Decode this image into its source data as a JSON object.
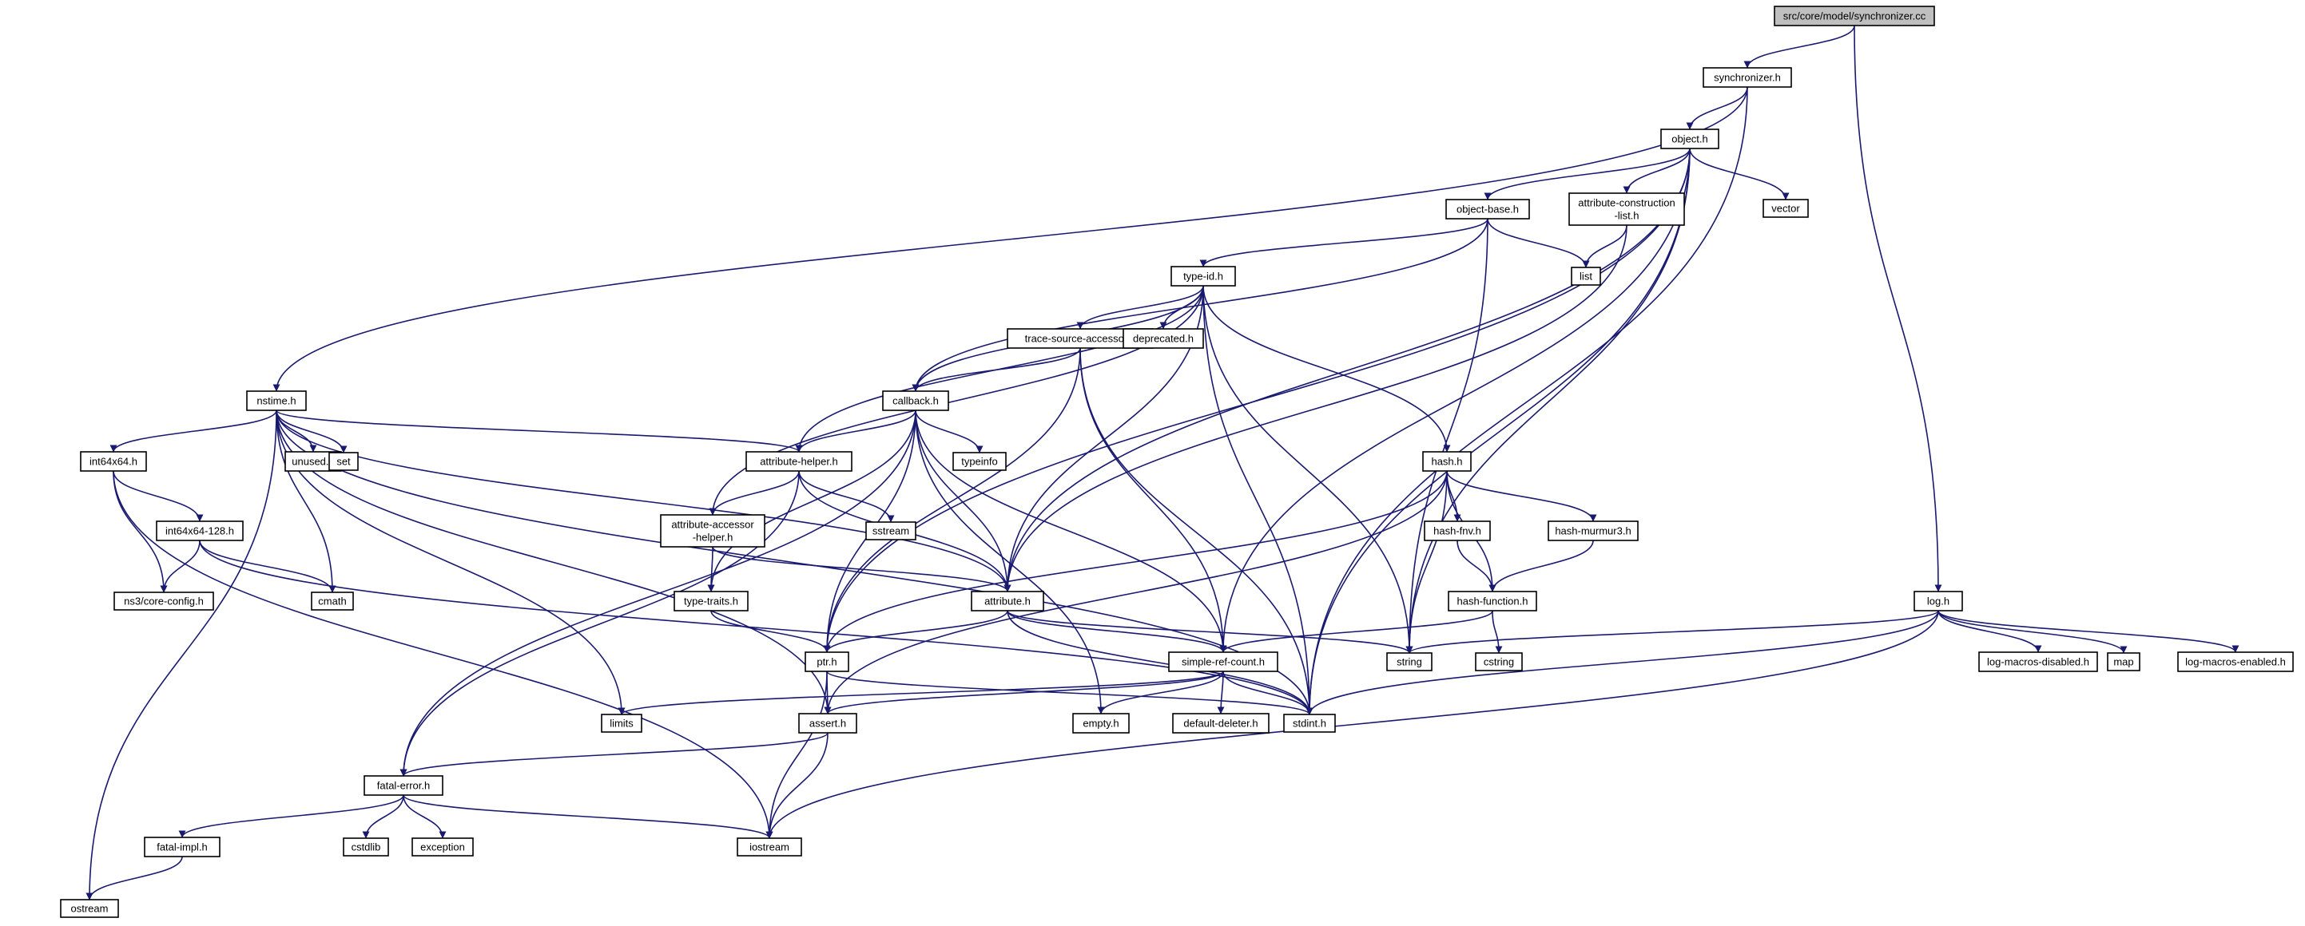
{
  "colors": {
    "edge": "#191970",
    "node_border": "#000000",
    "external_border": "#bfbfbf",
    "root_fill": "#bfbfbf",
    "node_fill": "#ffffff"
  },
  "nodes": [
    {
      "id": "root",
      "label": "src/core/model/synchronizer.cc",
      "kind": "root"
    },
    {
      "id": "synchronizer_h",
      "label": "synchronizer.h",
      "kind": "local"
    },
    {
      "id": "object_h",
      "label": "object.h",
      "kind": "local"
    },
    {
      "id": "log_h",
      "label": "log.h",
      "kind": "local"
    },
    {
      "id": "nstime_h",
      "label": "nstime.h",
      "kind": "local"
    },
    {
      "id": "object_base_h",
      "label": "object-base.h",
      "kind": "local"
    },
    {
      "id": "attr_constr_h",
      "label": "attribute-construction\n-list.h",
      "kind": "local"
    },
    {
      "id": "vector",
      "label": "vector",
      "kind": "system"
    },
    {
      "id": "list",
      "label": "list",
      "kind": "system"
    },
    {
      "id": "type_id_h",
      "label": "type-id.h",
      "kind": "local"
    },
    {
      "id": "trace_src_h",
      "label": "trace-source-accessor.h",
      "kind": "local"
    },
    {
      "id": "deprecated_h",
      "label": "deprecated.h",
      "kind": "local"
    },
    {
      "id": "callback_h",
      "label": "callback.h",
      "kind": "local"
    },
    {
      "id": "typeinfo",
      "label": "typeinfo",
      "kind": "system"
    },
    {
      "id": "int64x64_h",
      "label": "int64x64.h",
      "kind": "local"
    },
    {
      "id": "unused_h",
      "label": "unused.h",
      "kind": "local"
    },
    {
      "id": "set",
      "label": "set",
      "kind": "system"
    },
    {
      "id": "attr_helper_h",
      "label": "attribute-helper.h",
      "kind": "local"
    },
    {
      "id": "hash_h",
      "label": "hash.h",
      "kind": "local"
    },
    {
      "id": "int64x64_128_h",
      "label": "int64x64-128.h",
      "kind": "local"
    },
    {
      "id": "attr_accessor_h",
      "label": "attribute-accessor\n-helper.h",
      "kind": "local"
    },
    {
      "id": "sstream",
      "label": "sstream",
      "kind": "system"
    },
    {
      "id": "hash_fnv_h",
      "label": "hash-fnv.h",
      "kind": "local"
    },
    {
      "id": "hash_murmur3_h",
      "label": "hash-murmur3.h",
      "kind": "local"
    },
    {
      "id": "ns3_config_h",
      "label": "ns3/core-config.h",
      "kind": "system"
    },
    {
      "id": "cmath",
      "label": "cmath",
      "kind": "system"
    },
    {
      "id": "type_traits_h",
      "label": "type-traits.h",
      "kind": "local"
    },
    {
      "id": "attribute_h",
      "label": "attribute.h",
      "kind": "local"
    },
    {
      "id": "hash_function_h",
      "label": "hash-function.h",
      "kind": "local"
    },
    {
      "id": "string",
      "label": "string",
      "kind": "system"
    },
    {
      "id": "cstring",
      "label": "cstring",
      "kind": "system"
    },
    {
      "id": "ptr_h",
      "label": "ptr.h",
      "kind": "local"
    },
    {
      "id": "simple_ref_h",
      "label": "simple-ref-count.h",
      "kind": "local"
    },
    {
      "id": "log_macros_dis_h",
      "label": "log-macros-disabled.h",
      "kind": "local"
    },
    {
      "id": "map",
      "label": "map",
      "kind": "system"
    },
    {
      "id": "log_macros_en_h",
      "label": "log-macros-enabled.h",
      "kind": "local"
    },
    {
      "id": "limits",
      "label": "limits",
      "kind": "system"
    },
    {
      "id": "assert_h",
      "label": "assert.h",
      "kind": "local"
    },
    {
      "id": "empty_h",
      "label": "empty.h",
      "kind": "local"
    },
    {
      "id": "default_deleter_h",
      "label": "default-deleter.h",
      "kind": "local"
    },
    {
      "id": "stdint_h",
      "label": "stdint.h",
      "kind": "system"
    },
    {
      "id": "fatal_error_h",
      "label": "fatal-error.h",
      "kind": "local"
    },
    {
      "id": "fatal_impl_h",
      "label": "fatal-impl.h",
      "kind": "local"
    },
    {
      "id": "cstdlib",
      "label": "cstdlib",
      "kind": "system"
    },
    {
      "id": "exception",
      "label": "exception",
      "kind": "system"
    },
    {
      "id": "iostream",
      "label": "iostream",
      "kind": "system"
    },
    {
      "id": "ostream",
      "label": "ostream",
      "kind": "system"
    }
  ],
  "edges": [
    [
      "root",
      "synchronizer_h"
    ],
    [
      "root",
      "log_h"
    ],
    [
      "synchronizer_h",
      "nstime_h"
    ],
    [
      "synchronizer_h",
      "object_h"
    ],
    [
      "synchronizer_h",
      "stdint_h"
    ],
    [
      "object_h",
      "ptr_h"
    ],
    [
      "object_h",
      "attribute_h"
    ],
    [
      "object_h",
      "object_base_h"
    ],
    [
      "object_h",
      "attr_constr_h"
    ],
    [
      "object_h",
      "simple_ref_h"
    ],
    [
      "object_h",
      "string"
    ],
    [
      "object_h",
      "vector"
    ],
    [
      "object_h",
      "stdint_h"
    ],
    [
      "object_base_h",
      "type_id_h"
    ],
    [
      "object_base_h",
      "callback_h"
    ],
    [
      "object_base_h",
      "list"
    ],
    [
      "object_base_h",
      "string"
    ],
    [
      "attr_constr_h",
      "attribute_h"
    ],
    [
      "attr_constr_h",
      "list"
    ],
    [
      "type_id_h",
      "attribute_h"
    ],
    [
      "type_id_h",
      "attr_accessor_h"
    ],
    [
      "type_id_h",
      "trace_src_h"
    ],
    [
      "type_id_h",
      "attr_helper_h"
    ],
    [
      "type_id_h",
      "callback_h"
    ],
    [
      "type_id_h",
      "deprecated_h"
    ],
    [
      "type_id_h",
      "hash_h"
    ],
    [
      "type_id_h",
      "string"
    ],
    [
      "type_id_h",
      "stdint_h"
    ],
    [
      "trace_src_h",
      "callback_h"
    ],
    [
      "trace_src_h",
      "ptr_h"
    ],
    [
      "trace_src_h",
      "simple_ref_h"
    ],
    [
      "trace_src_h",
      "stdint_h"
    ],
    [
      "callback_h",
      "ptr_h"
    ],
    [
      "callback_h",
      "fatal_error_h"
    ],
    [
      "callback_h",
      "empty_h"
    ],
    [
      "callback_h",
      "type_traits_h"
    ],
    [
      "callback_h",
      "attribute_h"
    ],
    [
      "callback_h",
      "attr_helper_h"
    ],
    [
      "callback_h",
      "simple_ref_h"
    ],
    [
      "callback_h",
      "typeinfo"
    ],
    [
      "nstime_h",
      "assert_h"
    ],
    [
      "nstime_h",
      "attribute_h"
    ],
    [
      "nstime_h",
      "attr_helper_h"
    ],
    [
      "nstime_h",
      "int64x64_h"
    ],
    [
      "nstime_h",
      "unused_h"
    ],
    [
      "nstime_h",
      "stdint_h"
    ],
    [
      "nstime_h",
      "limits"
    ],
    [
      "nstime_h",
      "cmath"
    ],
    [
      "nstime_h",
      "ostream"
    ],
    [
      "nstime_h",
      "set"
    ],
    [
      "int64x64_h",
      "ns3_config_h"
    ],
    [
      "int64x64_h",
      "int64x64_128_h"
    ],
    [
      "int64x64_h",
      "iostream"
    ],
    [
      "int64x64_128_h",
      "ns3_config_h"
    ],
    [
      "int64x64_128_h",
      "stdint_h"
    ],
    [
      "int64x64_128_h",
      "cmath"
    ],
    [
      "attr_helper_h",
      "attribute_h"
    ],
    [
      "attr_helper_h",
      "attr_accessor_h"
    ],
    [
      "attr_helper_h",
      "fatal_error_h"
    ],
    [
      "attr_helper_h",
      "sstream"
    ],
    [
      "attr_accessor_h",
      "attribute_h"
    ],
    [
      "attr_accessor_h",
      "type_traits_h"
    ],
    [
      "type_traits_h",
      "ptr_h"
    ],
    [
      "attribute_h",
      "string"
    ],
    [
      "attribute_h",
      "stdint_h"
    ],
    [
      "attribute_h",
      "ptr_h"
    ],
    [
      "attribute_h",
      "simple_ref_h"
    ],
    [
      "hash_h",
      "assert_h"
    ],
    [
      "hash_h",
      "ptr_h"
    ],
    [
      "hash_h",
      "hash_function_h"
    ],
    [
      "hash_h",
      "hash_murmur3_h"
    ],
    [
      "hash_h",
      "hash_fnv_h"
    ],
    [
      "hash_h",
      "string"
    ],
    [
      "hash_fnv_h",
      "hash_function_h"
    ],
    [
      "hash_murmur3_h",
      "hash_function_h"
    ],
    [
      "hash_function_h",
      "cstring"
    ],
    [
      "hash_function_h",
      "simple_ref_h"
    ],
    [
      "ptr_h",
      "iostream"
    ],
    [
      "ptr_h",
      "stdint_h"
    ],
    [
      "ptr_h",
      "assert_h"
    ],
    [
      "simple_ref_h",
      "empty_h"
    ],
    [
      "simple_ref_h",
      "default_deleter_h"
    ],
    [
      "simple_ref_h",
      "assert_h"
    ],
    [
      "simple_ref_h",
      "stdint_h"
    ],
    [
      "simple_ref_h",
      "limits"
    ],
    [
      "assert_h",
      "fatal_error_h"
    ],
    [
      "assert_h",
      "iostream"
    ],
    [
      "fatal_error_h",
      "fatal_impl_h"
    ],
    [
      "fatal_error_h",
      "iostream"
    ],
    [
      "fatal_error_h",
      "exception"
    ],
    [
      "fatal_error_h",
      "cstdlib"
    ],
    [
      "fatal_impl_h",
      "ostream"
    ],
    [
      "log_h",
      "string"
    ],
    [
      "log_h",
      "iostream"
    ],
    [
      "log_h",
      "stdint_h"
    ],
    [
      "log_h",
      "log_macros_en_h"
    ],
    [
      "log_h",
      "log_macros_dis_h"
    ],
    [
      "log_h",
      "map"
    ]
  ]
}
